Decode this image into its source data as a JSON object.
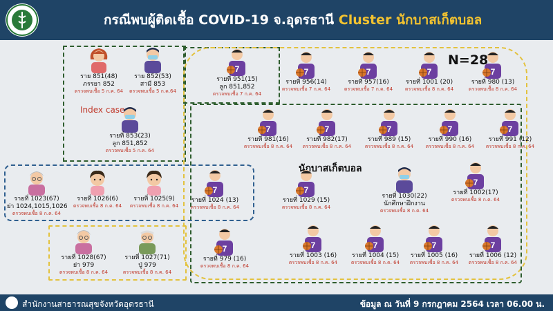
{
  "header": {
    "title_prefix": "กรณีพบผู้ติดเชื้อ COVID-19 จ.อุดรธานี",
    "title_highlight": "Cluster นักบาสเก็ตบอล"
  },
  "footer": {
    "org": "สำนักงานสาธารณสุขจังหวัดอุดรธานี",
    "update": "ข้อมูล ณ วันที่ 9 กรกฎาคม  2564 เวลา 06.00 น."
  },
  "labels": {
    "index_case": "Index case",
    "total": "N=28",
    "team": "นักบาสเก็ตบอล"
  },
  "colors": {
    "header_bg": "#1f4466",
    "highlight": "#f2c230",
    "confirm_text": "#c0392b",
    "family_box": "#2e5d2e",
    "child_box": "#2f5f8f",
    "cluster_box": "#e3c23e"
  },
  "cases": [
    {
      "case_id": "ราย 851(48)",
      "relation": "ภรรยา 852",
      "confirmed": "ตรวจพบเชื้อ 5 ก.ค. 64",
      "icon": "woman-icon"
    },
    {
      "case_id": "ราย 852(53)",
      "relation": "สามี 853",
      "confirmed": "ตรวจพบเชื้อ 5 ก.ค.64",
      "icon": "masked-man-icon"
    },
    {
      "case_id": "รายที่ 853(23)",
      "relation": "ลูก 851,852",
      "confirmed": "ตรวจพบเชื้อ 5 ก.ค. 64",
      "icon": "masked-man-icon"
    },
    {
      "case_id": "รายที่ 951(15)",
      "relation": "ลูก 851,852",
      "confirmed": "ตรวจพบเชื้อ 7 ก.ค. 64",
      "icon": "basketball-player-icon"
    },
    {
      "case_id": "รายที่ 956(14)",
      "relation": "",
      "confirmed": "ตรวจพบเชื้อ 7 ก.ค. 64",
      "icon": "basketball-player-icon"
    },
    {
      "case_id": "รายที่ 957(16)",
      "relation": "",
      "confirmed": "ตรวจพบเชื้อ 7 ก.ค. 64",
      "icon": "basketball-player-icon"
    },
    {
      "case_id": "รายที่ 1001 (20)",
      "relation": "",
      "confirmed": "ตรวจพบเชื้อ 8 ก.ค. 64",
      "icon": "basketball-player-icon"
    },
    {
      "case_id": "รายที่ 980 (13)",
      "relation": "",
      "confirmed": "ตรวจพบเชื้อ 8 ก.ค. 64",
      "icon": "basketball-player-icon"
    },
    {
      "case_id": "รายที่ 981(16)",
      "relation": "",
      "confirmed": "ตรวจพบเชื้อ 8 ก.ค. 64",
      "icon": "basketball-player-icon"
    },
    {
      "case_id": "รายที่ 982(17)",
      "relation": "",
      "confirmed": "ตรวจพบเชื้อ 8 ก.ค. 64",
      "icon": "basketball-player-icon"
    },
    {
      "case_id": "รายที่ 989 (15)",
      "relation": "",
      "confirmed": "ตรวจพบเชื้อ 8 ก.ค. 64",
      "icon": "basketball-player-icon"
    },
    {
      "case_id": "รายที่ 990 (16)",
      "relation": "",
      "confirmed": "ตรวจพบเชื้อ 8 ก.ค. 64",
      "icon": "basketball-player-icon"
    },
    {
      "case_id": "รายที่ 991 (12)",
      "relation": "",
      "confirmed": "ตรวจพบเชื้อ 8 ก.ค. 64",
      "icon": "basketball-player-icon"
    },
    {
      "case_id": "รายที่ 1023(67)",
      "relation": "ย่า 1024,1015,1026",
      "confirmed": "ตรวจพบเชื้อ 8 ก.ค. 64",
      "icon": "grandmother-icon"
    },
    {
      "case_id": "รายที่ 1026(6)",
      "relation": "",
      "confirmed": "ตรวจพบเชื้อ 8 ก.ค. 64",
      "icon": "child-icon"
    },
    {
      "case_id": "รายที่ 1025(9)",
      "relation": "",
      "confirmed": "ตรวจพบเชื้อ 8 ก.ค. 64",
      "icon": "child-icon"
    },
    {
      "case_id": "รายที่ 1024 (13)",
      "relation": "",
      "confirmed": "ตรวจพบเชื้อ 8 ก.ค. 64",
      "icon": "basketball-player-icon"
    },
    {
      "case_id": "รายที่ 1029 (15)",
      "relation": "",
      "confirmed": "ตรวจพบเชื้อ 8 ก.ค. 64",
      "icon": "basketball-player-icon"
    },
    {
      "case_id": "รายที่ 1030(22)",
      "relation": "นักศึกษาฝึกงาน",
      "confirmed": "ตรวจพบเชื้อ 8 ก.ค. 64",
      "icon": "masked-man-icon"
    },
    {
      "case_id": "รายที่ 1002(17)",
      "relation": "",
      "confirmed": "ตรวจพบเชื้อ 8 ก.ค. 64",
      "icon": "basketball-player-icon"
    },
    {
      "case_id": "รายที่ 1028(67)",
      "relation": "ย่า 979",
      "confirmed": "ตรวจพบเชื้อ 8 ก.ค. 64",
      "icon": "grandmother-icon"
    },
    {
      "case_id": "รายที่ 1027(71)",
      "relation": "ปู่ 979",
      "confirmed": "ตรวจพบเชื้อ 8 ก.ค. 64",
      "icon": "grandfather-icon"
    },
    {
      "case_id": "รายที่ 979 (16)",
      "relation": "",
      "confirmed": "ตรวจพบเชื้อ 8 ก.ค. 64",
      "icon": "basketball-player-icon"
    },
    {
      "case_id": "รายที่ 1003 (16)",
      "relation": "",
      "confirmed": "ตรวจพบเชื้อ 8 ก.ค. 64",
      "icon": "basketball-player-icon"
    },
    {
      "case_id": "รายที่ 1004 (15)",
      "relation": "",
      "confirmed": "ตรวจพบเชื้อ 8 ก.ค. 64",
      "icon": "basketball-player-icon"
    },
    {
      "case_id": "รายที่ 1005 (16)",
      "relation": "",
      "confirmed": "ตรวจพบเชื้อ 8 ก.ค. 64",
      "icon": "basketball-player-icon"
    },
    {
      "case_id": "รายที่ 1006 (12)",
      "relation": "",
      "confirmed": "ตรวจพบเชื้อ 8 ก.ค. 64",
      "icon": "basketball-player-icon"
    }
  ]
}
